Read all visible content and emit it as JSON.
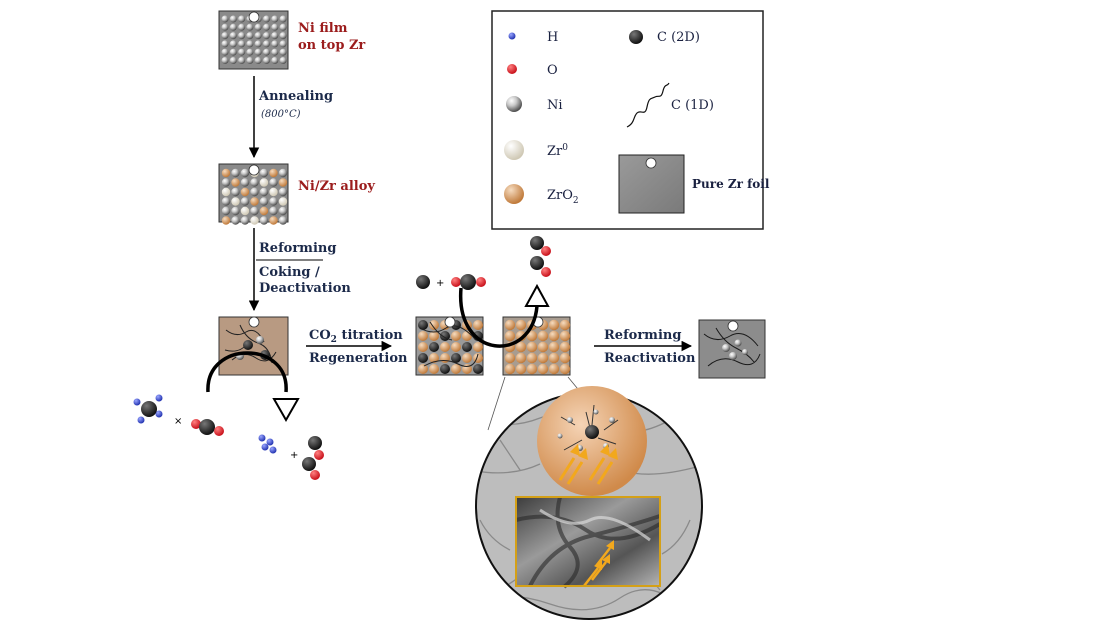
{
  "steps": {
    "ni_film": [
      "Ni film",
      "on top Zr"
    ],
    "annealing": "Annealing",
    "annealing_temp": "(800°C)",
    "ni_zr_alloy": "Ni/Zr alloy",
    "reforming_1": "Reforming",
    "coking": [
      "Coking /",
      "Deactivation"
    ],
    "co2_titration": {
      "main": "CO",
      "sub": "2",
      "rest": " titration"
    },
    "regeneration": "Regeneration",
    "reforming_2": "Reforming",
    "reactivation": "Reactivation"
  },
  "operators": {
    "plus": "+",
    "times": "×"
  },
  "legend": {
    "h": "H",
    "o": "O",
    "ni": "Ni",
    "zr0": {
      "base": "Zr",
      "sup": "0"
    },
    "zro2": {
      "base": "ZrO",
      "sub": "2"
    },
    "c2d": "C (2D)",
    "c1d": "C (1D)",
    "pure_zr": "Pure Zr foil"
  },
  "colors": {
    "label_red": "#9b1c1c",
    "label_navy": "#1c2a4a",
    "hydrogen": "#3a4fd6",
    "oxygen": "#e0202a",
    "carbon": "#222222",
    "zr0": "#eeeadf",
    "zro2": "#d9995a",
    "foil": "#8e8e8e",
    "sem_frame": "#d4a017",
    "arrow_yellow": "#f2a81d"
  }
}
